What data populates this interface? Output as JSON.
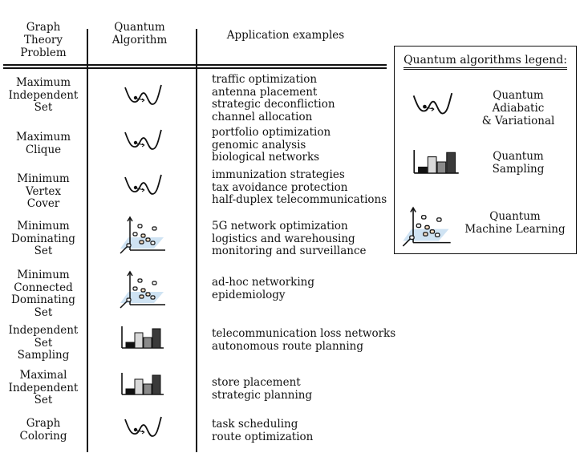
{
  "header": {
    "col1": [
      "Graph",
      "Theory",
      "Problem"
    ],
    "col2": [
      "Quantum",
      "Algorithm"
    ],
    "col3": "Application examples"
  },
  "rows": [
    {
      "problem": [
        "Maximum",
        "Independent",
        "Set"
      ],
      "algorithm": "adiabatic-variational-icon",
      "applications": [
        "traffic optimization",
        "antenna placement",
        "strategic deconfliction",
        "channel allocation"
      ]
    },
    {
      "problem": [
        "Maximum",
        "Clique"
      ],
      "algorithm": "adiabatic-variational-icon",
      "applications": [
        "portfolio optimization",
        "genomic analysis",
        "biological networks"
      ]
    },
    {
      "problem": [
        "Minimum",
        "Vertex",
        "Cover"
      ],
      "algorithm": "adiabatic-variational-icon",
      "applications": [
        "immunization strategies",
        "tax avoidance protection",
        "half-duplex telecommunications"
      ]
    },
    {
      "problem": [
        "Minimum",
        "Dominating",
        "Set"
      ],
      "algorithm": "machine-learning-icon",
      "applications": [
        "5G network optimization",
        "logistics and warehousing",
        "monitoring and surveillance"
      ]
    },
    {
      "problem": [
        "Minimum",
        "Connected",
        "Dominating",
        "Set"
      ],
      "algorithm": "machine-learning-icon",
      "applications": [
        "ad-hoc networking",
        "epidemiology"
      ]
    },
    {
      "problem": [
        "Independent",
        "Set",
        "Sampling"
      ],
      "algorithm": "sampling-icon",
      "applications": [
        "telecommunication loss networks",
        "autonomous route planning"
      ]
    },
    {
      "problem": [
        "Maximal",
        "Independent",
        "Set"
      ],
      "algorithm": "sampling-icon",
      "applications": [
        "store placement",
        "strategic planning"
      ]
    },
    {
      "problem": [
        "Graph",
        "Coloring"
      ],
      "algorithm": "adiabatic-variational-icon",
      "applications": [
        "task scheduling",
        "route optimization"
      ]
    }
  ],
  "legend": {
    "title": "Quantum algorithms legend:",
    "items": [
      {
        "icon": "adiabatic-variational-icon",
        "label": [
          "Quantum",
          "Adiabatic",
          "& Variational"
        ]
      },
      {
        "icon": "sampling-icon",
        "label": [
          "Quantum",
          "Sampling"
        ]
      },
      {
        "icon": "machine-learning-icon",
        "label": [
          "Quantum",
          "Machine Learning"
        ]
      }
    ]
  },
  "colors": {
    "ink": "#111111",
    "bar_black": "#111111",
    "bar_light": "#d9d9d9",
    "bar_mid": "#8a8a8a",
    "bar_dark": "#3a3a3a",
    "plane_fill": "#cfe3f3",
    "point_fill": "#f3dcc4"
  }
}
